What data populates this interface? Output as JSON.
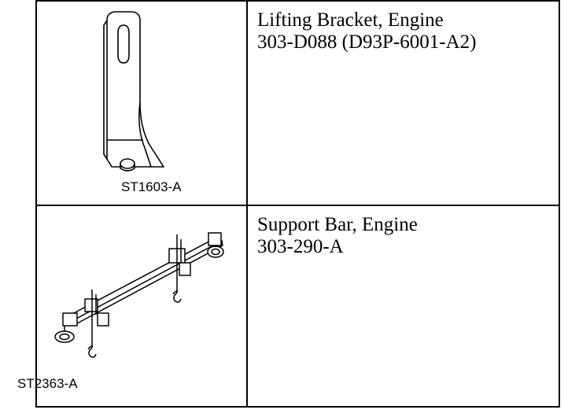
{
  "rows": [
    {
      "figure_label": "ST1603-A",
      "icon": "lifting-bracket-drawing",
      "description": [
        "Lifting Bracket, Engine",
        "303-D088 (D93P-6001-A2)"
      ]
    },
    {
      "figure_label": "ST2363-A",
      "icon": "support-bar-drawing",
      "description": [
        "Support Bar, Engine",
        "303-290-A"
      ]
    }
  ]
}
